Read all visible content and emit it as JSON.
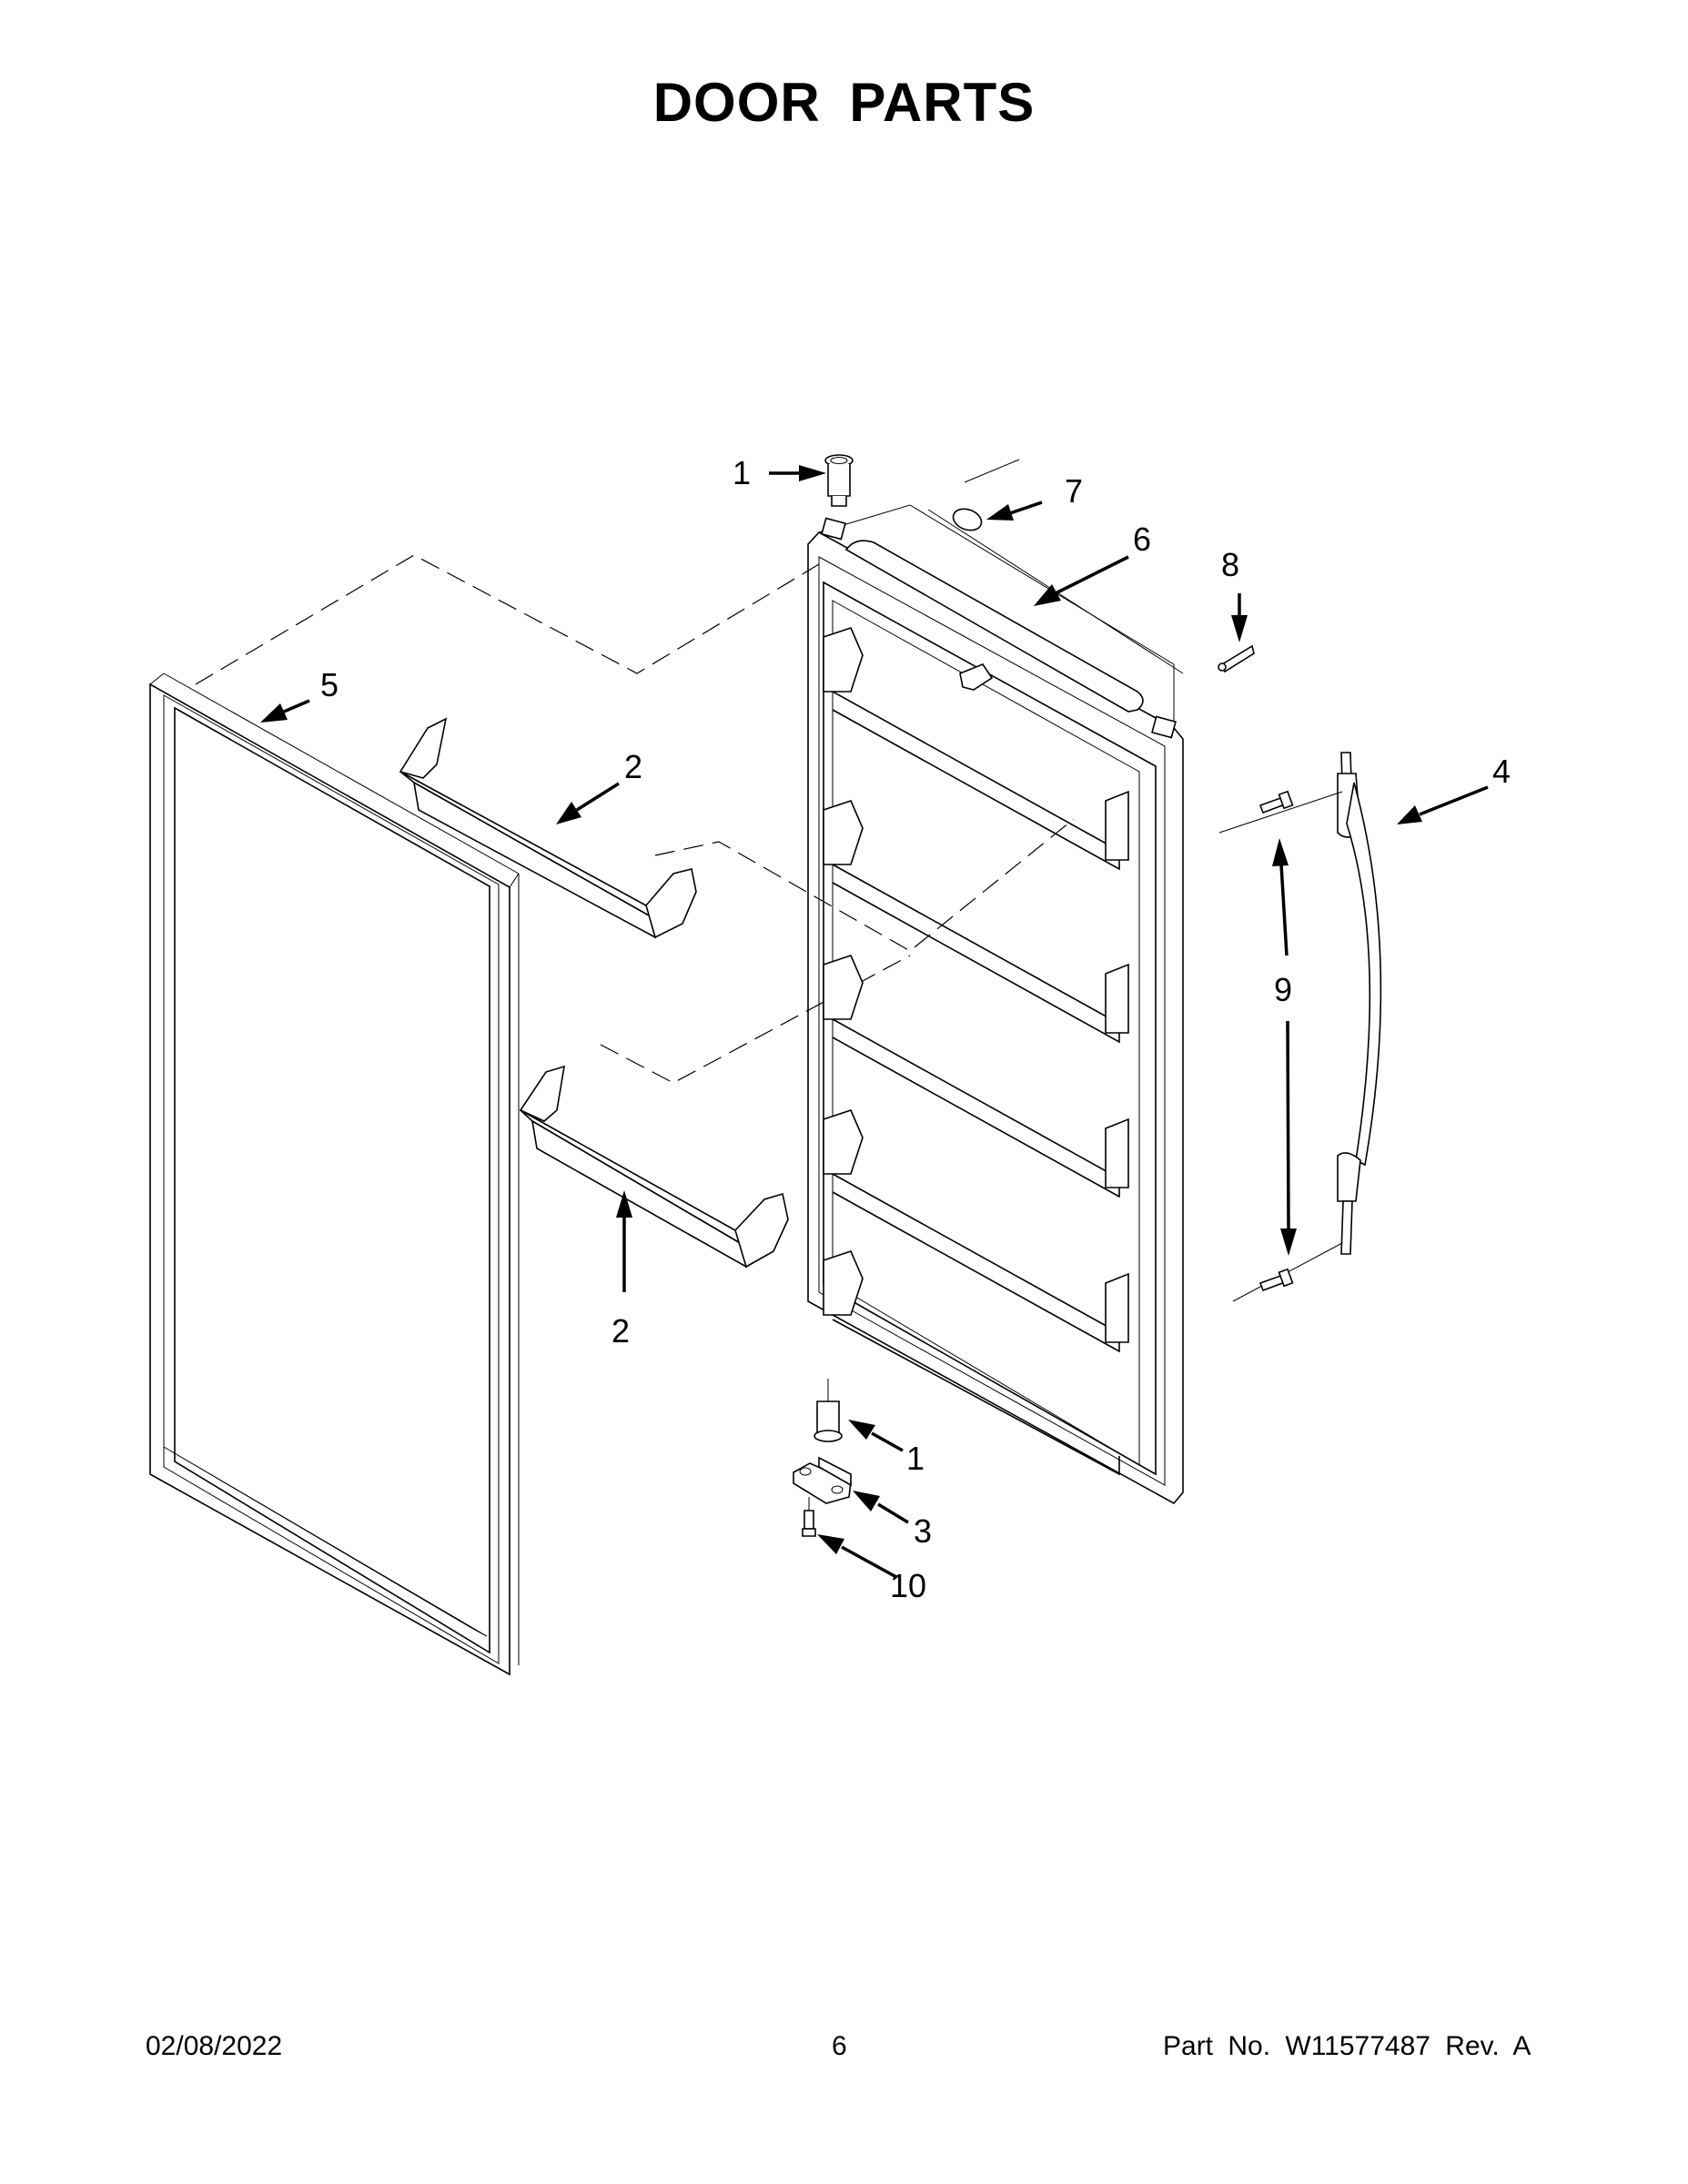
{
  "page": {
    "title": "DOOR PARTS",
    "footer": {
      "date": "02/08/2022",
      "page_number": "6",
      "part_number": "Part No.  W11577487  Rev.  A"
    }
  },
  "diagram": {
    "type": "exploded-parts-view",
    "callouts": [
      {
        "id": "c1a",
        "label": "1",
        "part": "hinge-bushing-top"
      },
      {
        "id": "c7",
        "label": "7",
        "part": "round-plug"
      },
      {
        "id": "c6",
        "label": "6",
        "part": "door-assembly"
      },
      {
        "id": "c8",
        "label": "8",
        "part": "door-stop-pin"
      },
      {
        "id": "c5",
        "label": "5",
        "part": "door-gasket"
      },
      {
        "id": "c2a",
        "label": "2",
        "part": "door-shelf-bin-upper"
      },
      {
        "id": "c4",
        "label": "4",
        "part": "door-handle"
      },
      {
        "id": "c9",
        "label": "9",
        "part": "handle-screws"
      },
      {
        "id": "c2b",
        "label": "2",
        "part": "door-shelf-bin-lower"
      },
      {
        "id": "c1b",
        "label": "1",
        "part": "hinge-bushing-bottom"
      },
      {
        "id": "c3",
        "label": "3",
        "part": "bottom-hinge"
      },
      {
        "id": "c10",
        "label": "10",
        "part": "hinge-screw"
      }
    ]
  }
}
